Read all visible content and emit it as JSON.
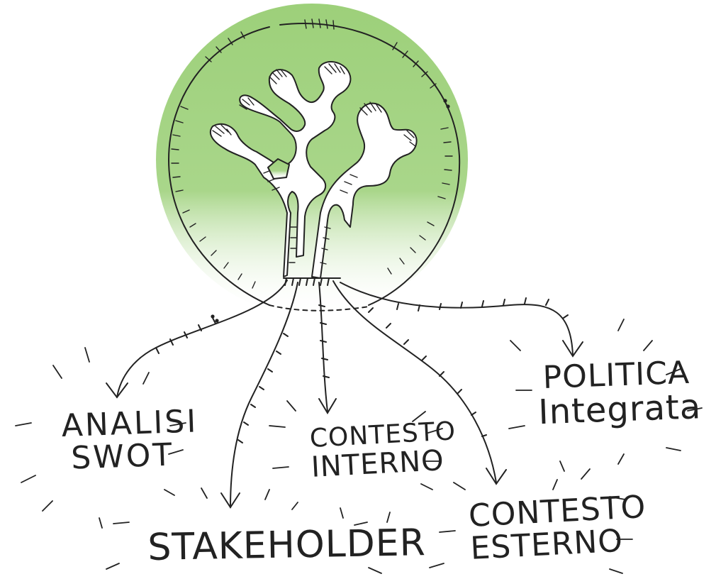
{
  "diagram": {
    "accent_color": "#9dd07a",
    "center_icon": "tree-icon",
    "branches": [
      {
        "id": "analisi",
        "lines": [
          "ANALISI",
          "SWOT"
        ]
      },
      {
        "id": "stakeholder",
        "lines": [
          "STAKEHOLDER"
        ]
      },
      {
        "id": "interno",
        "lines": [
          "CONTESTO",
          "INTERNO"
        ]
      },
      {
        "id": "esterno",
        "lines": [
          "CONTESTO",
          "ESTERNO"
        ]
      },
      {
        "id": "politica",
        "lines": [
          "POLITICA",
          "Integrata"
        ]
      }
    ]
  }
}
